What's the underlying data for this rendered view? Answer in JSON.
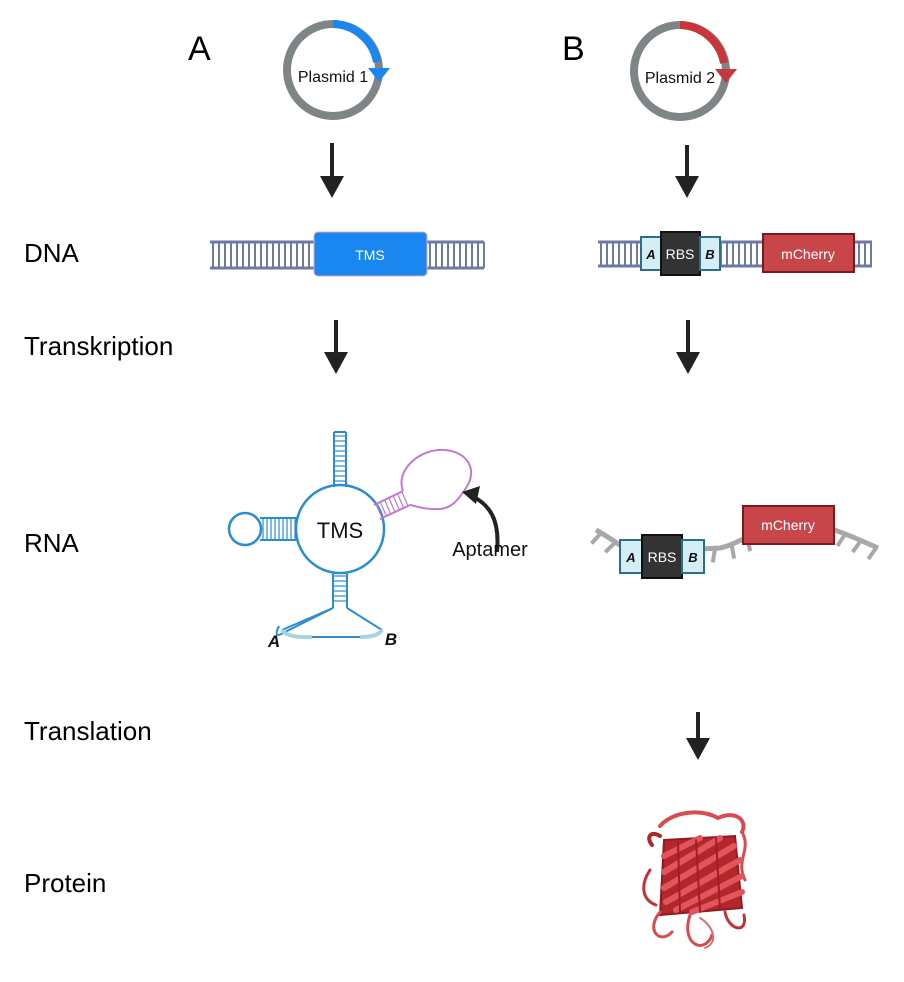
{
  "panels": [
    {
      "letter": "A",
      "plasmid_label": "Plasmid 1",
      "accent": "#1b86ef"
    },
    {
      "letter": "B",
      "plasmid_label": "Plasmid 2",
      "accent": "#c8353a"
    }
  ],
  "row_labels": {
    "dna": "DNA",
    "transcription": "Transkription",
    "rna": "RNA",
    "translation": "Translation",
    "protein": "Protein"
  },
  "dna_a": {
    "gene_label": "TMS"
  },
  "dna_b": {
    "site_a": "A",
    "rbs": "RBS",
    "site_b": "B",
    "gene_label": "mCherry"
  },
  "rna_a": {
    "center_label": "TMS",
    "aptamer_label": "Aptamer",
    "site_a": "A",
    "site_b": "B"
  },
  "rna_b": {
    "site_a": "A",
    "rbs": "RBS",
    "site_b": "B",
    "gene_label": "mCherry"
  },
  "colors": {
    "plasmid_ring": "#7f8587",
    "dna_ladder": "#6d7aa3",
    "tms_box": "#1a87f0",
    "rbs_box": "#333333",
    "site_box": "#d5eef5",
    "site_border": "#2b6f87",
    "mcherry_box": "#c8464a",
    "mcherry_border": "#7a1a1c",
    "rna_blue": "#2b8dd0",
    "rna_light": "#a9d2e3",
    "aptamer": "#c27acb",
    "mrna_gray": "#a8a8a8",
    "arrow": "#222222",
    "protein": "#d23a3f"
  }
}
